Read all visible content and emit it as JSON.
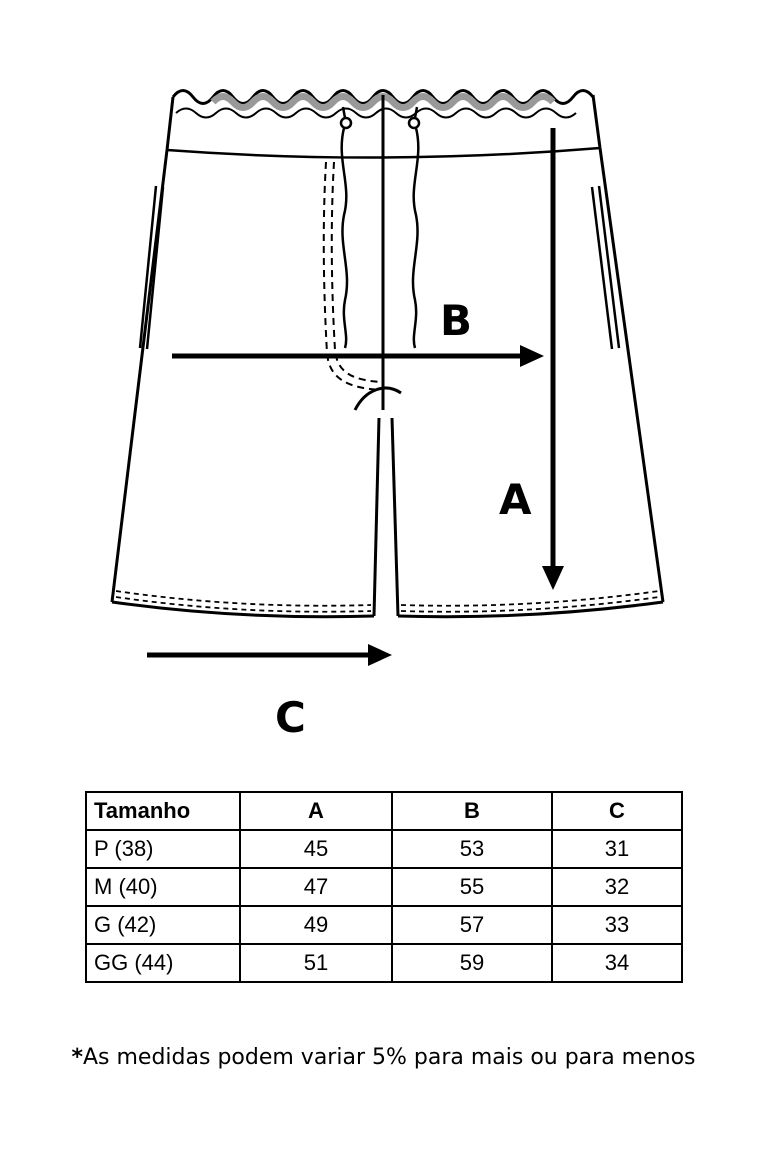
{
  "diagram": {
    "labels": {
      "a": "A",
      "b": "B",
      "c": "C"
    }
  },
  "size_table": {
    "headers": [
      "Tamanho",
      "A",
      "B",
      "C"
    ],
    "rows": [
      {
        "size": "P (38)",
        "a": "45",
        "b": "53",
        "c": "31"
      },
      {
        "size": "M (40)",
        "a": "47",
        "b": "55",
        "c": "32"
      },
      {
        "size": "G (42)",
        "a": "49",
        "b": "57",
        "c": "33"
      },
      {
        "size": "GG (44)",
        "a": "51",
        "b": "59",
        "c": "34"
      }
    ]
  },
  "footnote": {
    "asterisk": "*",
    "text": "As medidas podem variar 5% para mais ou para menos"
  },
  "colors": {
    "line": "#000000",
    "waistband_shade": "#999999",
    "background": "#ffffff"
  }
}
